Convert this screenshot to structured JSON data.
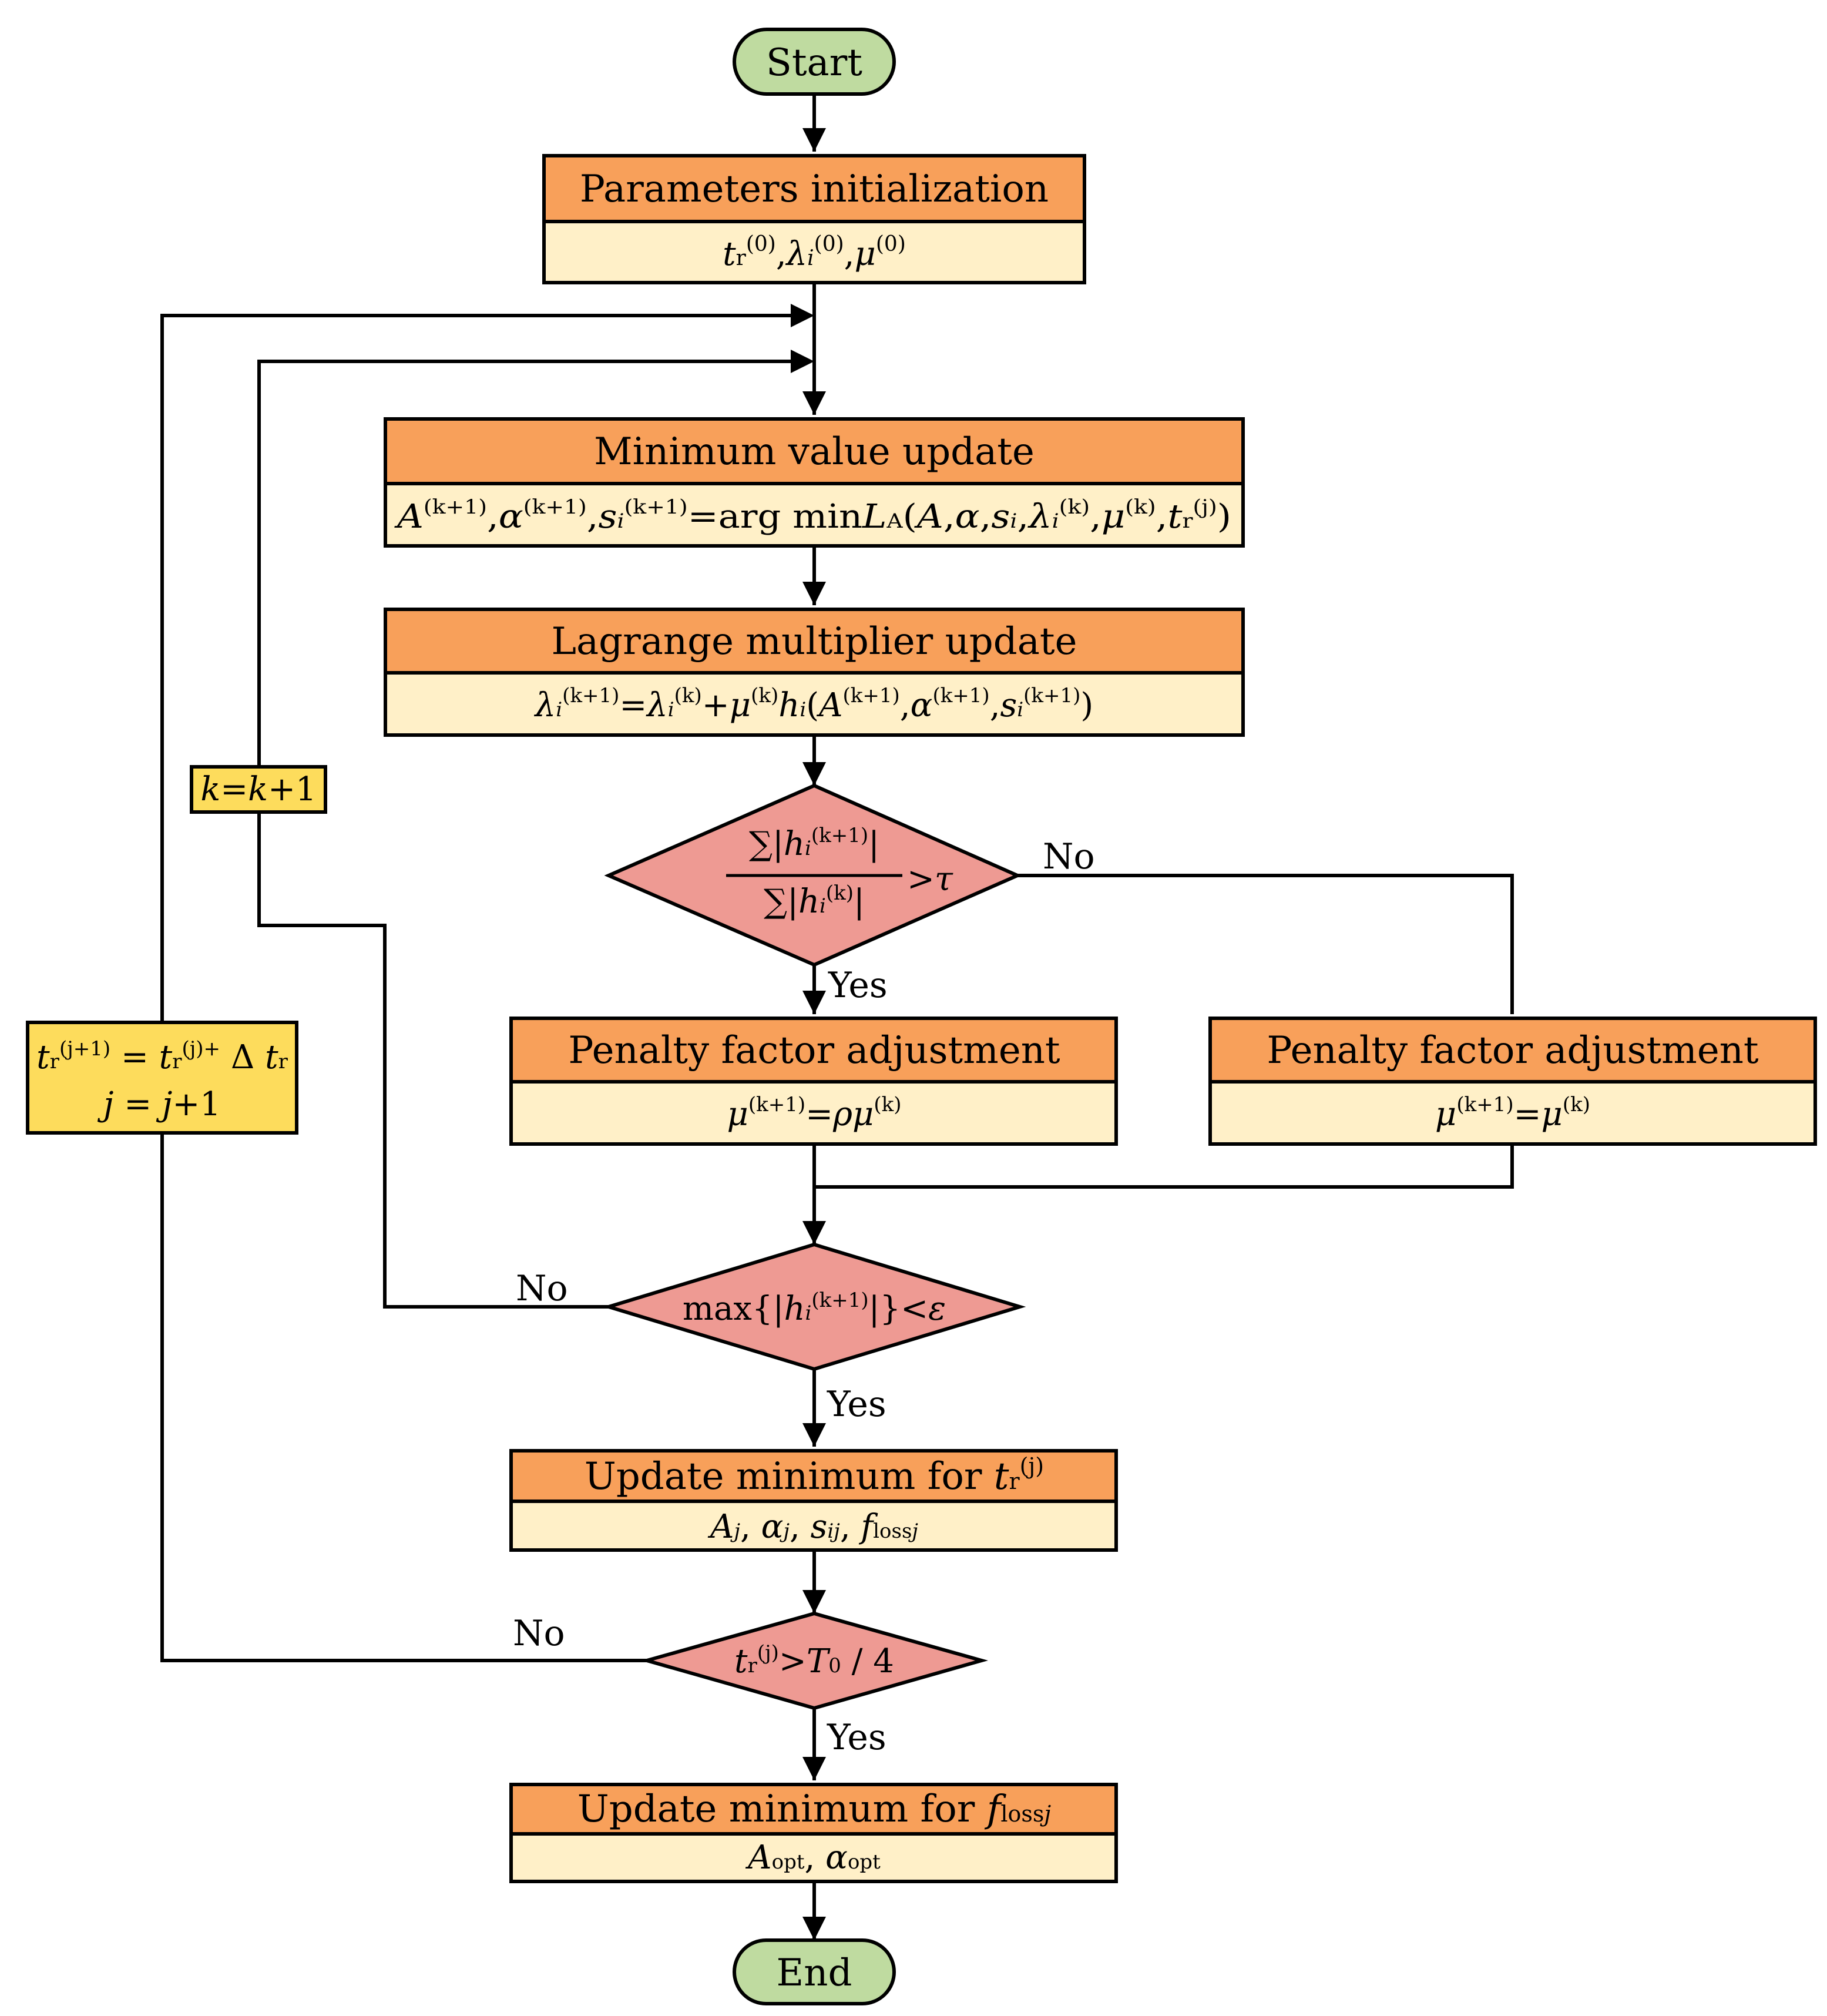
{
  "flowchart": {
    "start": "Start",
    "end": "End",
    "init": {
      "title": "Parameters initialization",
      "formula": "tr(0),λi(0),μ(0)"
    },
    "min_update": {
      "title": "Minimum value update",
      "formula": "A(k+1),α(k+1),si(k+1)=arg minLA(A,α,si,λi(k),μ(k),tr(j))"
    },
    "lagrange": {
      "title": "Lagrange multiplier update",
      "formula": "λi(k+1)=λi(k)+μ(k)hi(A(k+1),α(k+1),si(k+1))"
    },
    "ratio_check": {
      "formula": "∑|hi(k+1)| / ∑|hi(k)| >τ"
    },
    "penalty_yes": {
      "title": "Penalty factor adjustment",
      "formula": "μ(k+1)=ρμ(k)"
    },
    "penalty_no": {
      "title": "Penalty factor adjustment",
      "formula": "μ(k+1)=μ(k)"
    },
    "max_check": {
      "formula": "max{|hi(k+1)|}<ε"
    },
    "update_tr": {
      "title": "Update minimum for tr(j)",
      "formula": "Aj, αj, sij, flossj"
    },
    "tr_check": {
      "formula": "tr(j)>T0 / 4"
    },
    "update_floss": {
      "title": "Update minimum for flossj",
      "formula": "Aopt, αopt"
    },
    "k_increment": "k=k+1",
    "tr_increment": {
      "line1": "tr(j+1) = tr(j)+ Δ tr",
      "line2": "j = j+1"
    },
    "labels": {
      "yes": "Yes",
      "no": "No"
    }
  },
  "colors": {
    "title_fill": "#f8a05a",
    "formula_fill": "#fff0c8",
    "decision_fill": "#ee9a93",
    "terminal_fill": "#bfdba0",
    "note_fill": "#fddc5c",
    "stroke": "#000000"
  }
}
